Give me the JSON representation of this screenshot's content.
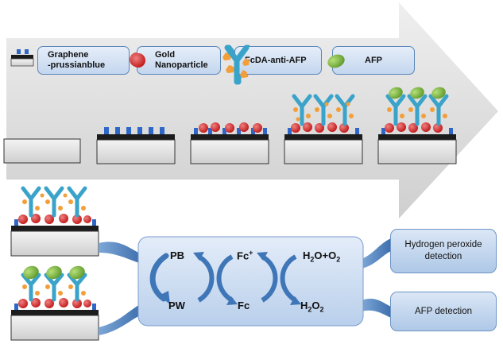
{
  "legend": {
    "graphene": "Graphene\n-prussianblue",
    "gold": "Gold\nNanoparticle",
    "fcda": "FcDA-anti-AFP",
    "afp": "AFP"
  },
  "cycle": {
    "pb": "PB",
    "pw": "PW",
    "fc_plus": {
      "base": "Fc",
      "sup": "+"
    },
    "fc": "Fc",
    "water_oxygen": {
      "h": "H",
      "sub1": "2",
      "mid": "O+O",
      "sub2": "2"
    },
    "peroxide": {
      "h": "H",
      "sub1": "2",
      "o": "O",
      "sub2": "2"
    }
  },
  "outcomes": {
    "peroxide_detection": "Hydrogen peroxide\ndetection",
    "afp_detection": "AFP detection"
  },
  "colors": {
    "arrow": "#d9d9d9",
    "electrode": "#dcdcdc",
    "prussian_blue": "#2f67c8",
    "gold": "#d42424",
    "antibody": "#3aa3c9",
    "ferrocene": "#f29f3a",
    "afp": "#86c04a",
    "panel": "#c9daf0",
    "curved_arrow": "#3f76b8"
  }
}
